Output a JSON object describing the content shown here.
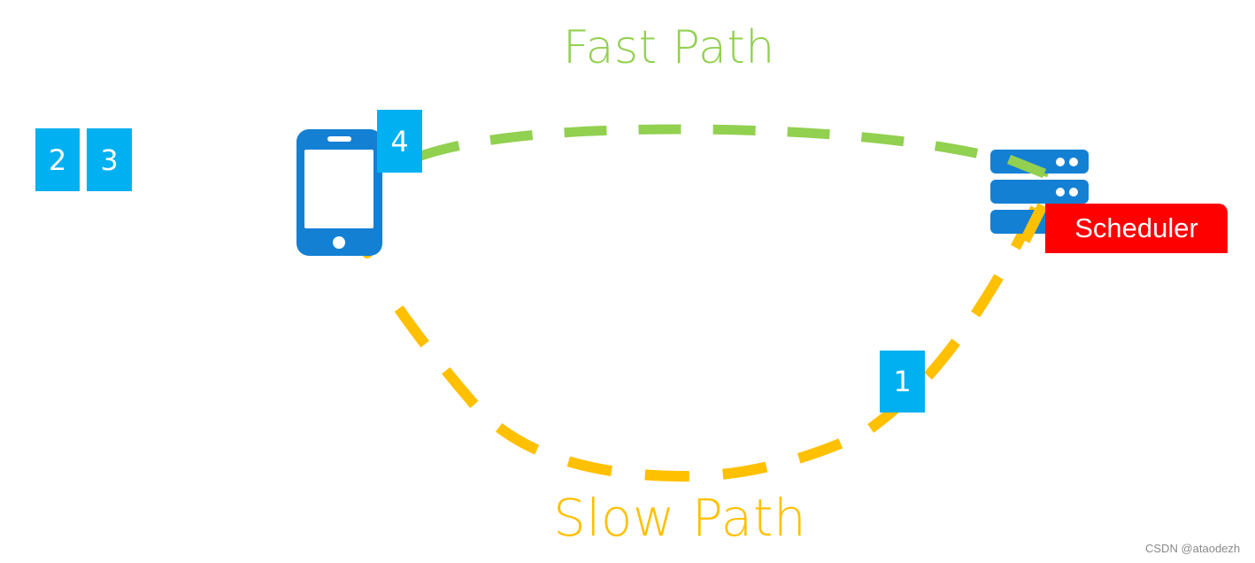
{
  "titles": {
    "fast_path": "Fast Path",
    "slow_path": "Slow Path"
  },
  "badges": {
    "one": "1",
    "two": "2",
    "three": "3",
    "four": "4"
  },
  "scheduler_label": "Scheduler",
  "watermark": "CSDN @ataodezh",
  "icons": {
    "device": "smartphone-icon",
    "server": "server-icon"
  },
  "colors": {
    "fast_path": "#92d050",
    "slow_path": "#ffc000",
    "badge": "#00b0f0",
    "icon": "#1380d4",
    "scheduler": "#ff0000"
  }
}
